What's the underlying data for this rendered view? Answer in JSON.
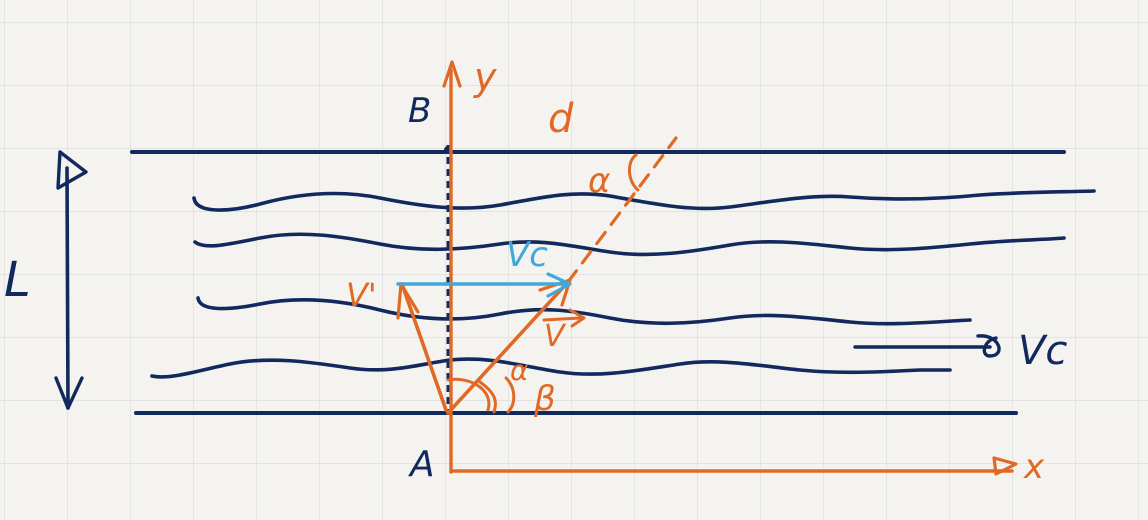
{
  "labels": {
    "L": "L",
    "B": "B",
    "A": "A",
    "y": "y",
    "x": "x",
    "d": "d",
    "alpha_top": "α",
    "alpha_bottom": "α",
    "beta": "β",
    "vc_blue": "Vc",
    "v_prime": "V'",
    "v": "V",
    "vc_right": "Vc"
  },
  "colors": {
    "paper": "#f4f3f0",
    "grid": "#d9d9dc",
    "navy": "#12295e",
    "orange": "#e06a25",
    "blue": "#3fa9dc"
  }
}
